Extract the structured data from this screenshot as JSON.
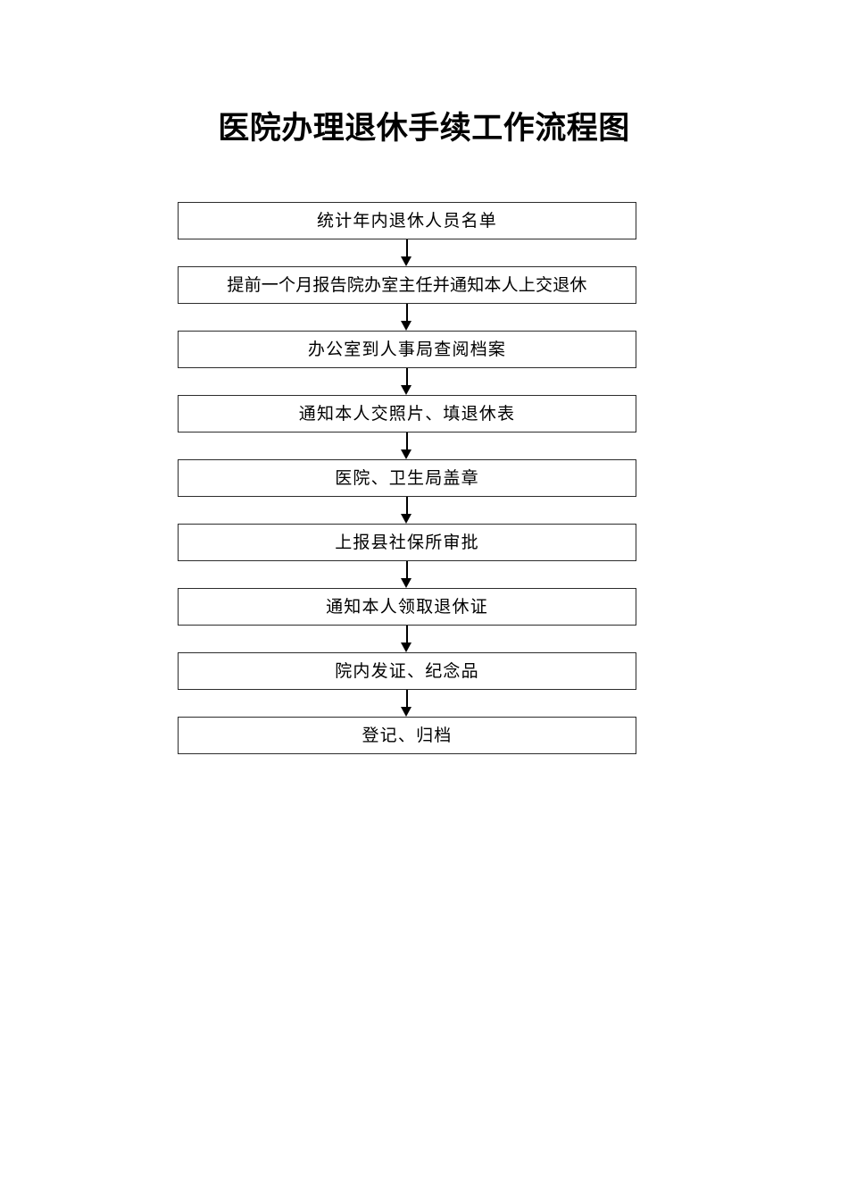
{
  "document": {
    "title": "医院办理退休手续工作流程图",
    "page_background": "#ffffff",
    "text_color": "#000000",
    "box_border_color": "#2c2c2c",
    "arrow_color": "#000000"
  },
  "flowchart": {
    "type": "vertical-linear-flowchart",
    "orientation": "top-to-bottom",
    "connector_glyph": "down-arrow",
    "step_count": 9,
    "steps": [
      {
        "index": 1,
        "label": "统计年内退休人员名单"
      },
      {
        "index": 2,
        "label": "提前一个月报告院办室主任并通知本人上交退休"
      },
      {
        "index": 3,
        "label": "办公室到人事局查阅档案"
      },
      {
        "index": 4,
        "label": "通知本人交照片、填退休表"
      },
      {
        "index": 5,
        "label": "医院、卫生局盖章"
      },
      {
        "index": 6,
        "label": "上报县社保所审批"
      },
      {
        "index": 7,
        "label": "通知本人领取退休证"
      },
      {
        "index": 8,
        "label": "院内发证、纪念品"
      },
      {
        "index": 9,
        "label": "登记、归档"
      }
    ]
  }
}
